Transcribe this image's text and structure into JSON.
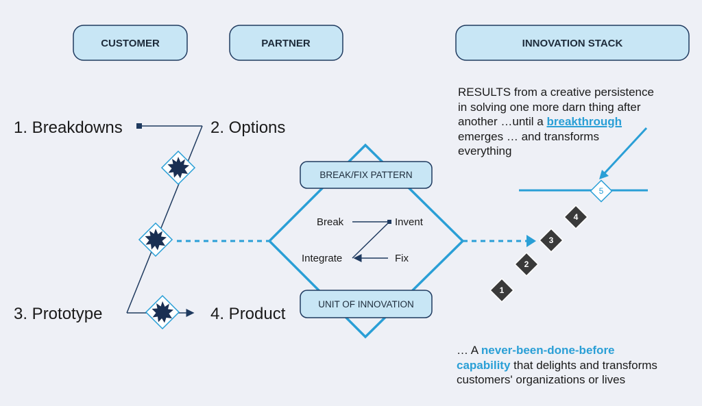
{
  "headers": {
    "customer": "CUSTOMER",
    "partner": "PARTNER",
    "innovation_stack": "INNOVATION STACK"
  },
  "steps": {
    "breakdowns": "1. Breakdowns",
    "options": "2. Options",
    "prototype": "3. Prototype",
    "product": "4. Product"
  },
  "break_fix": {
    "pattern_label": "BREAK/FIX PATTERN",
    "unit_label": "UNIT OF INNOVATION",
    "break": "Break",
    "invent": "Invent",
    "fix": "Fix",
    "integrate": "Integrate"
  },
  "results_text": {
    "line1": "RESULTS from a creative persistence",
    "line2": "in solving one more darn thing after",
    "line3_prefix": "another …until a",
    "breakthrough": "breakthrough",
    "line4": "emerges … and transforms",
    "line5": "everything"
  },
  "stack_numbers": [
    "1",
    "2",
    "3",
    "4",
    "5"
  ],
  "capability_text": {
    "prefix": "… A",
    "highlight1": "never-been-done-before",
    "highlight2": "capability",
    "suffix": "that delights and transforms",
    "line3": "customers' organizations or lives"
  },
  "colors": {
    "accent_blue": "#2a9fd6",
    "navy": "#1f3a5f",
    "pill_fill": "#c8e6f5",
    "dark_box": "#3a3a3a",
    "background": "#eef0f6"
  },
  "icons": {
    "burst": "starburst-icon",
    "arrow": "arrow-icon"
  }
}
